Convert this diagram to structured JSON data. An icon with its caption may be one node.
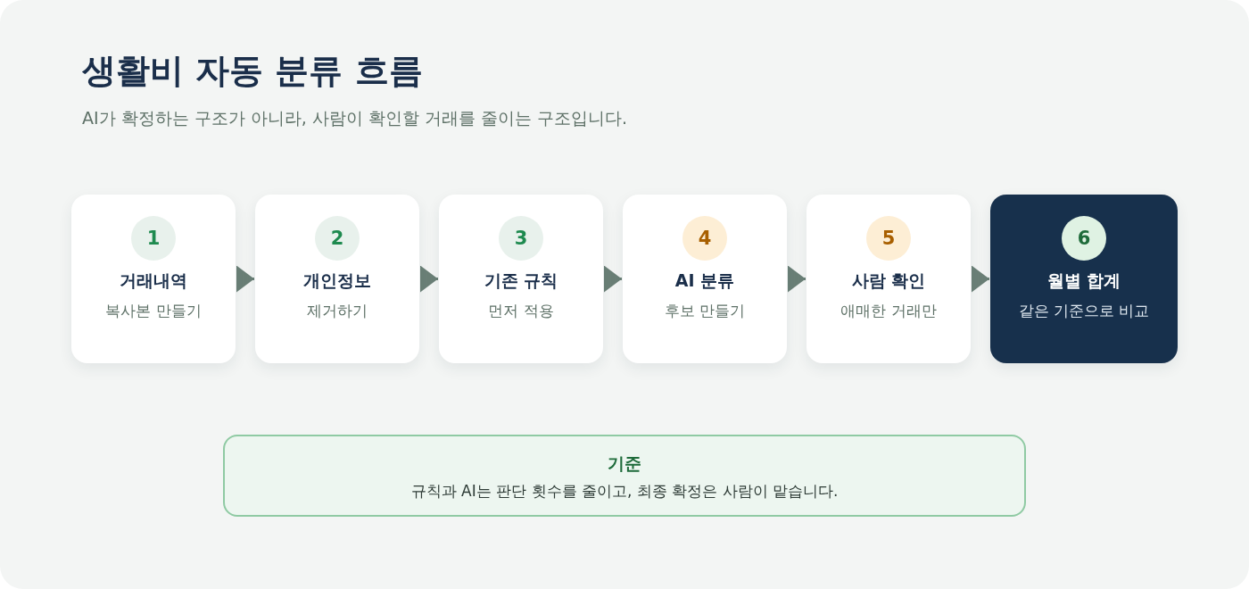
{
  "diagram": {
    "title": "생활비 자동 분류 흐름",
    "nodes": [
      {
        "text": [
          "1",
          "거래내역",
          "복사본 만들기"
        ]
      },
      {
        "text": [
          "2",
          "개인정보",
          "제거하기"
        ]
      },
      {
        "text": [
          "3",
          "기존 규칙",
          "먼저 적용"
        ]
      },
      {
        "text": [
          "4",
          "AI 분류",
          "후보 만들기"
        ]
      },
      {
        "text": [
          "5",
          "사람 확인",
          "애매한 거래만"
        ]
      },
      {
        "text": [
          "6",
          "월별 합계",
          "같은 기준으로 비교"
        ]
      },
      {
        "text": [
          "기준",
          "규칙과 AI는 판단 횟수를 줄이고, 최종 확정은 사람이 맡습니다."
        ]
      }
    ],
    "edges": [
      {
        "from": 0,
        "to": 1,
        "arrow": "to"
      },
      {
        "from": 1,
        "to": 2,
        "arrow": "to"
      },
      {
        "from": 2,
        "to": 3,
        "arrow": "to"
      },
      {
        "from": 3,
        "to": 4,
        "arrow": "to"
      },
      {
        "from": 4,
        "to": 5,
        "arrow": "to"
      }
    ],
    "labels": [
      "AI가 확정하는 구조가 아니라, 사람이 확인할 거래를 줄이는 구조입니다."
    ]
  }
}
